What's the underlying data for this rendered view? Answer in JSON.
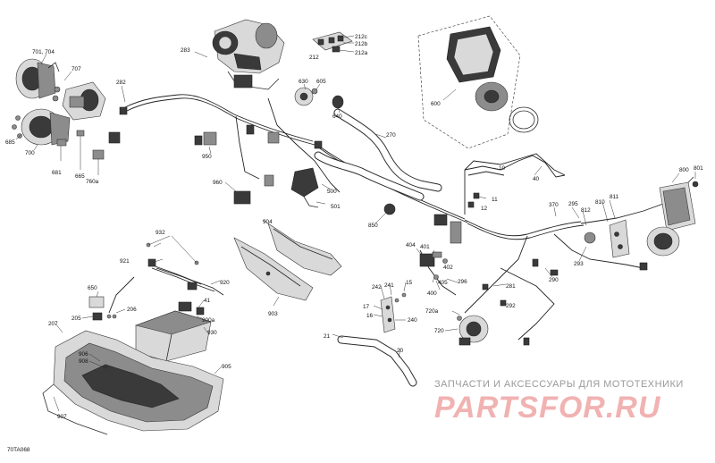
{
  "diagram": {
    "reference_code": "70TA068",
    "labels": {
      "l283": "283",
      "l212c": "212c",
      "l212b": "212b",
      "l212a": "212a",
      "l212": "212",
      "l701": "701, 704",
      "l707": "707",
      "l282": "282",
      "l630": "630",
      "l605": "605",
      "l640": "640",
      "l600": "600",
      "l270": "270",
      "l685": "685",
      "l700": "700",
      "l681": "681",
      "l665": "665",
      "l760a": "760a",
      "l950": "950",
      "l960": "960",
      "l500": "500",
      "l501": "501",
      "l850": "850",
      "l10": "10",
      "l40": "40",
      "l11": "11",
      "l12": "12",
      "l800": "800",
      "l801": "801",
      "l370": "370",
      "l295": "295",
      "l810": "810",
      "l811": "811",
      "l812": "812",
      "l293": "293",
      "l904": "904",
      "l932": "932",
      "l921": "921",
      "l920": "920",
      "l903": "903",
      "l404": "404",
      "l401": "401",
      "l402": "402",
      "l405": "405",
      "l400": "400",
      "l296": "296",
      "l290": "290",
      "l281": "281",
      "l292": "292",
      "l242": "242",
      "l241": "241",
      "l15": "15",
      "l17": "17",
      "l16": "16",
      "l240": "240",
      "l720a": "720a",
      "l720": "720",
      "l21": "21",
      "l20": "20",
      "l650": "650",
      "l205": "205",
      "l206": "206",
      "l41": "41",
      "l900a": "900a",
      "l930": "930",
      "l207": "207",
      "l906": "906",
      "l908": "908",
      "l905": "905",
      "l907": "907"
    }
  },
  "watermark": {
    "tagline": "ЗАПЧАСТИ И АКСЕССУАРЫ ДЛЯ МОТОТЕХНИКИ",
    "logo": "PARTSFOR.RU"
  },
  "colors": {
    "line": "#2a2a2a",
    "watermark_logo": "#f1b2b2",
    "watermark_text": "#9a9a9a",
    "background": "#ffffff"
  }
}
